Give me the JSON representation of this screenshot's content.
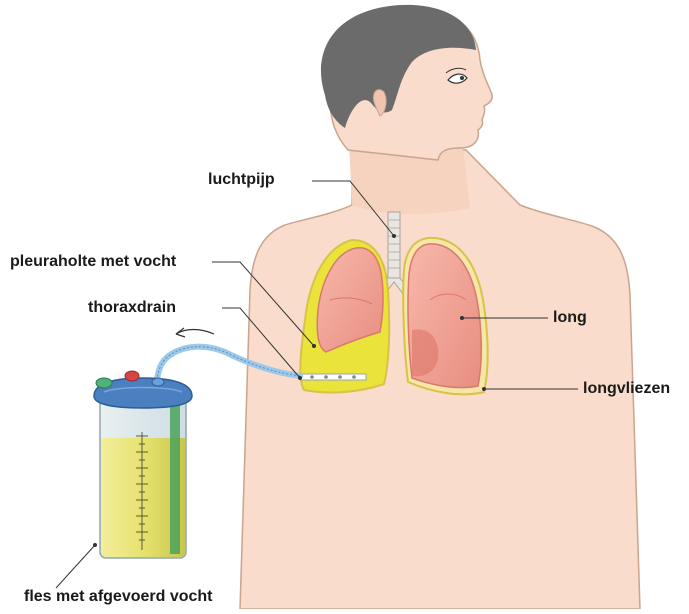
{
  "labels": {
    "luchtpijp": "luchtpijp",
    "pleuraholte": "pleuraholte met vocht",
    "thoraxdrain": "thoraxdrain",
    "long": "long",
    "longvliezen": "longvliezen",
    "fles": "fles met afgevoerd vocht"
  },
  "colors": {
    "skin": "#f9dccb",
    "skin_outline": "#c9a48f",
    "hair": "#6b6b6b",
    "lung": "#f3a89a",
    "lung_dark": "#d8796d",
    "fluid": "#e6e23a",
    "pleura_line": "#d8c24a",
    "leader": "#333333",
    "bottle_fluid": "#e9e57e",
    "bottle_cap": "#4a7fc0",
    "tube": "#9cc8ea"
  },
  "icons": {
    "drain_direction": "curved-arrow-icon"
  }
}
